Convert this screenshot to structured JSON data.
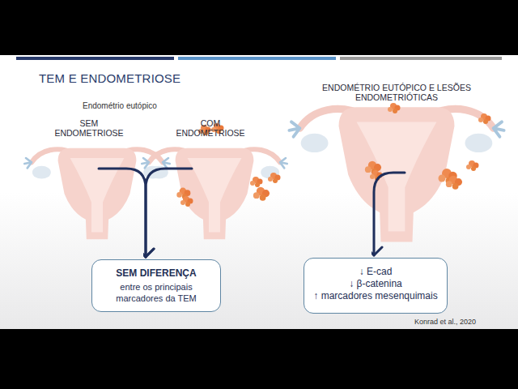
{
  "diagram": {
    "title": "TEM E ENDOMETRIOSE",
    "nodes": [
      {
        "text": [
          "SEM ENDOMETRIOSE"
        ]
      },
      {
        "text": [
          "COM ENDOMETRIOSE"
        ]
      },
      {
        "text": [
          "SEM DIFERENÇA",
          "entre os principais marcadores da TEM"
        ]
      },
      {
        "text": [
          "ENDOMÉTRIO EUTÓPICO E LESÕES ENDOMETRIÓTICAS"
        ]
      },
      {
        "text": [
          "↓ E-cad",
          "↓ β-catenina",
          "↑ marcadores mesenquimais"
        ]
      }
    ],
    "edges": [
      {
        "from": 0,
        "to": 2,
        "arrow": "to"
      },
      {
        "from": 1,
        "to": 2,
        "arrow": "to"
      },
      {
        "from": 3,
        "to": 4,
        "arrow": "to"
      }
    ],
    "labels": [
      "Endométrio eutópico",
      "Konrad et al., 2020"
    ]
  }
}
